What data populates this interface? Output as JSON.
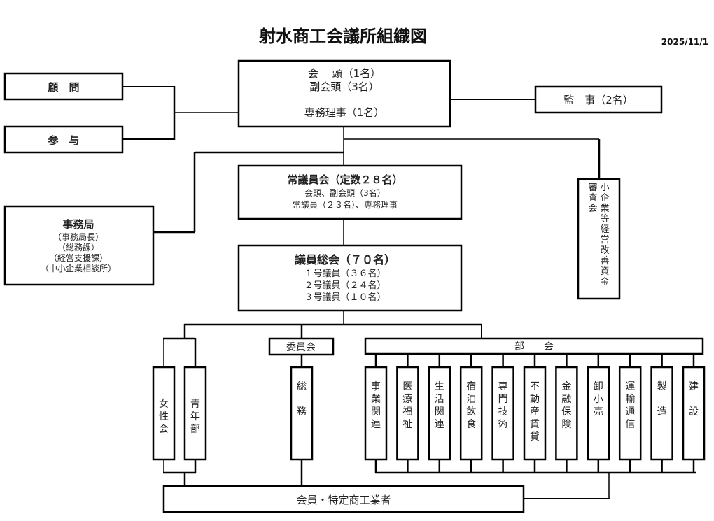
{
  "title": "射水商工会議所組織図",
  "date": "2025/11/1",
  "executive": {
    "line1": "会　 頭（1名）",
    "line2": "副会頭（3名）",
    "line3": "専務理事（1名）"
  },
  "advisors": {
    "komon": "顧　問",
    "sanyo": "参　与"
  },
  "auditor": "監　事（2名）",
  "secretariat": {
    "title": "事務局",
    "lines": [
      "（事務局長）",
      "（総務課）",
      "（経営支援課）",
      "（中小企業相談所）"
    ]
  },
  "standing_council": {
    "title": "常議員会（定数２８名）",
    "lines": [
      "会頭、副会頭（3名）",
      "常議員（２３名）、専務理事"
    ]
  },
  "general_assembly": {
    "title": "議員総会（７０名）",
    "lines": [
      "１号議員（３６名）",
      "２号議員（２４名）",
      "３号議員（１０名）"
    ]
  },
  "loan_committee": {
    "col1": "小企業等経営改善資金",
    "col2": "審査会"
  },
  "womens_group": "女性会",
  "youth_group": "青年部",
  "committee": {
    "label": "委員会",
    "members": [
      "総務"
    ]
  },
  "divisions": {
    "label": "部　　会",
    "items": [
      "事業関連",
      "医療福祉",
      "生活関連",
      "宿泊飲食",
      "専門技術",
      "不動産賃貸",
      "金融保険",
      "卸小売",
      "運輸通信",
      "製造",
      "建設"
    ]
  },
  "members": "会員・特定商工業者"
}
